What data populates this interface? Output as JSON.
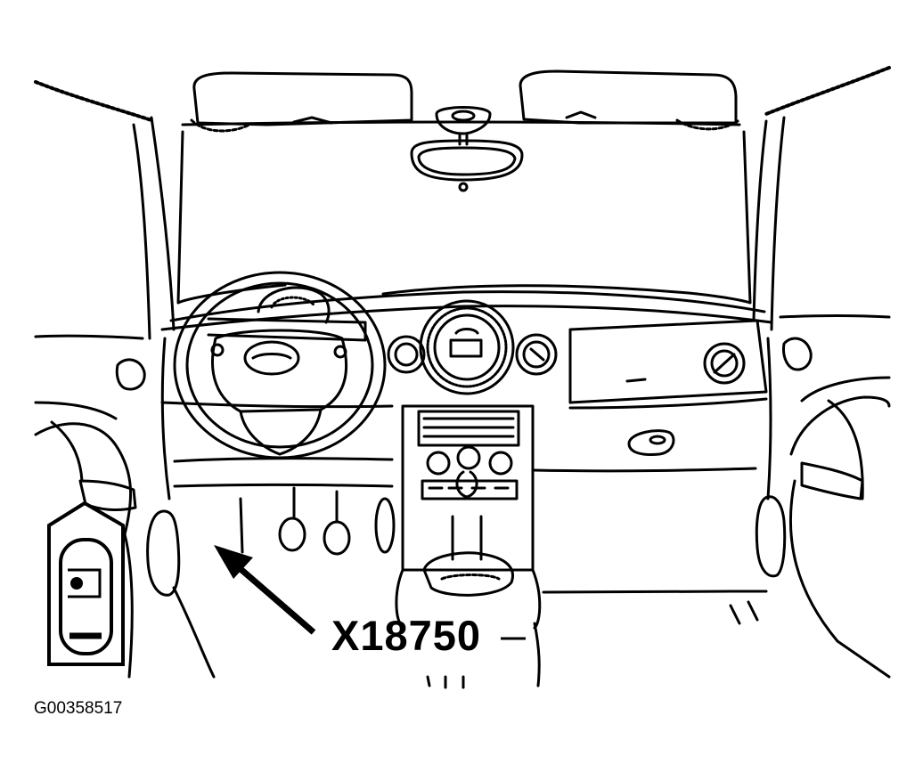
{
  "diagram": {
    "callout_label": "X18750",
    "figure_id": "G00358517",
    "icons": [
      "car-interior-line-drawing",
      "location-arrow-icon",
      "connector-symbol-icon"
    ],
    "line_color": "#000000",
    "background_color": "#ffffff"
  }
}
